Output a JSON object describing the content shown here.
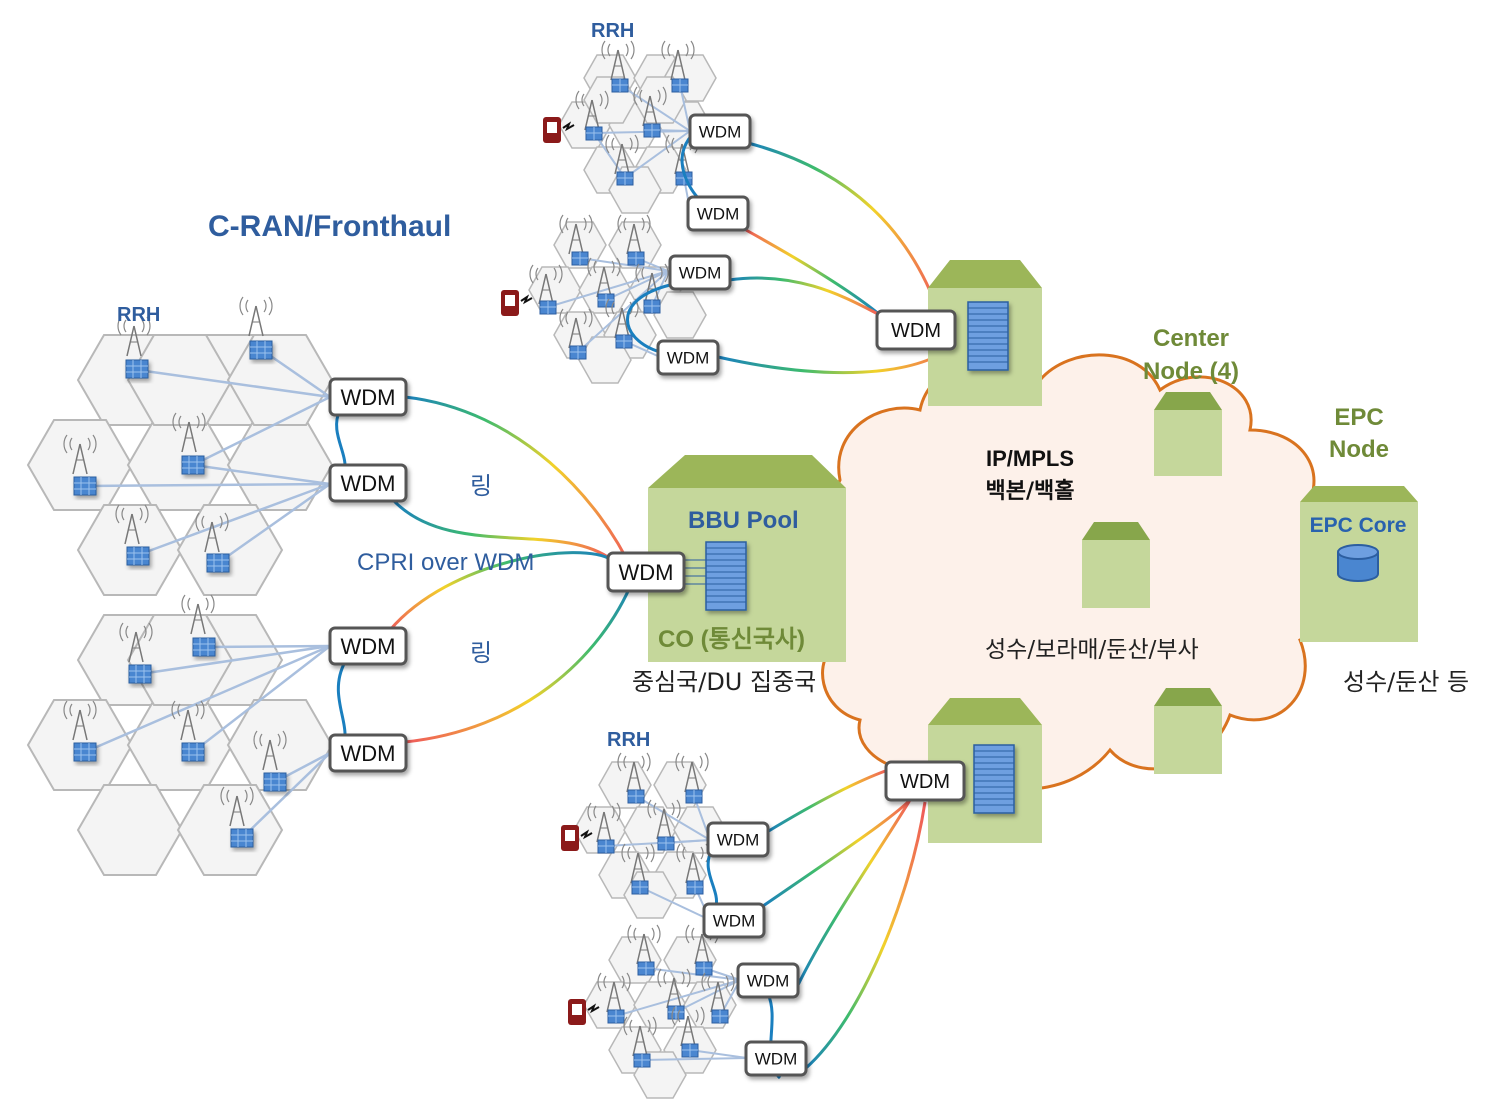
{
  "title": "C-RAN/Fronthaul",
  "rrh_labels": [
    "RRH",
    "RRH",
    "RRH"
  ],
  "wdm_label": "WDM",
  "ring_label": "링",
  "cpri_label": "CPRI over WDM",
  "bbu": {
    "pool_label": "BBU Pool",
    "co_label": "CO (통신국사)",
    "sub_label": "중심국/DU 집중국"
  },
  "backbone": {
    "line1": "IP/MPLS",
    "line2": "백본/백홀",
    "locations": "성수/보라매/둔산/부사"
  },
  "center_node": {
    "line1": "Center",
    "line2": "Node (4)"
  },
  "epc_node": {
    "line1": "EPC",
    "line2": "Node",
    "core_label": "EPC Core",
    "location": "성수/둔산 등"
  },
  "colors": {
    "title_blue": "#2f5d9e",
    "node_green": "#b9cc85",
    "node_text_green": "#6f8a38",
    "cloud_fill": "#fdf1ea",
    "cloud_stroke": "#d9731f",
    "rrh_blue": "#4a86d0",
    "device_red": "#8b1a1a"
  }
}
